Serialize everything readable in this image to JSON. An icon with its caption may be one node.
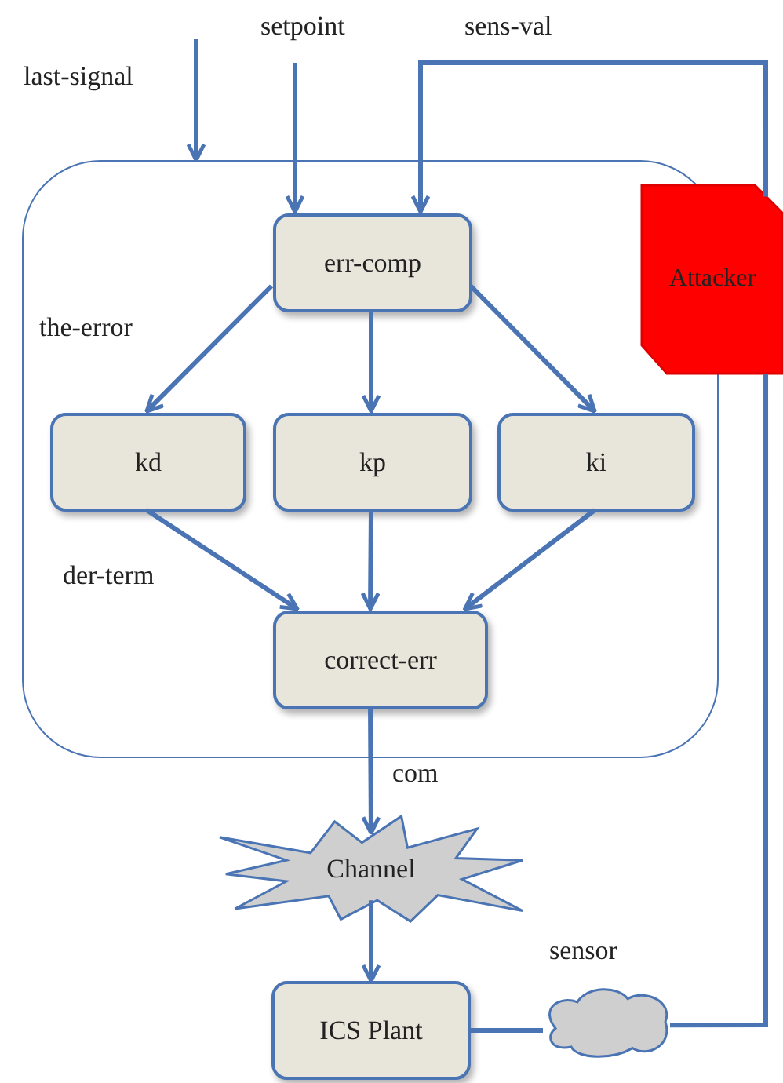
{
  "diagram": {
    "nodes": [
      {
        "text": [],
        "shape": "box"
      },
      {
        "text": [
          "err-comp"
        ],
        "in": 0
      },
      {
        "text": [
          "kd"
        ],
        "in": 0
      },
      {
        "text": [
          "kp"
        ],
        "in": 0
      },
      {
        "text": [
          "ki"
        ],
        "in": 0
      },
      {
        "text": [
          "correct-err"
        ],
        "in": 0
      },
      {
        "text": [
          "Attacker"
        ]
      },
      {
        "text": [
          "Channel"
        ]
      },
      {
        "text": [
          "ICS Plant"
        ]
      },
      {
        "text": [
          "sensor"
        ]
      }
    ],
    "edges": [
      {
        "from": null,
        "to": 0,
        "arrow": "to",
        "label": "last-signal"
      },
      {
        "from": null,
        "to": 1,
        "arrow": "to",
        "label": "setpoint"
      },
      {
        "from": 1,
        "to": 2,
        "arrow": "to",
        "label": "the-error"
      },
      {
        "from": 1,
        "to": 3,
        "arrow": "to"
      },
      {
        "from": 1,
        "to": 4,
        "arrow": "to"
      },
      {
        "from": 2,
        "to": 5,
        "arrow": "to",
        "label": "der-term"
      },
      {
        "from": 3,
        "to": 5,
        "arrow": "to"
      },
      {
        "from": 4,
        "to": 5,
        "arrow": "to"
      },
      {
        "from": 5,
        "to": 7,
        "arrow": "to",
        "label": "com"
      },
      {
        "from": 7,
        "to": 8,
        "arrow": "to"
      },
      {
        "from": 8,
        "to": 9,
        "arrow": "none"
      },
      {
        "from": 9,
        "to": 6,
        "arrow": "none"
      },
      {
        "from": 6,
        "to": 1,
        "arrow": "to",
        "label": "sens-val"
      }
    ]
  }
}
